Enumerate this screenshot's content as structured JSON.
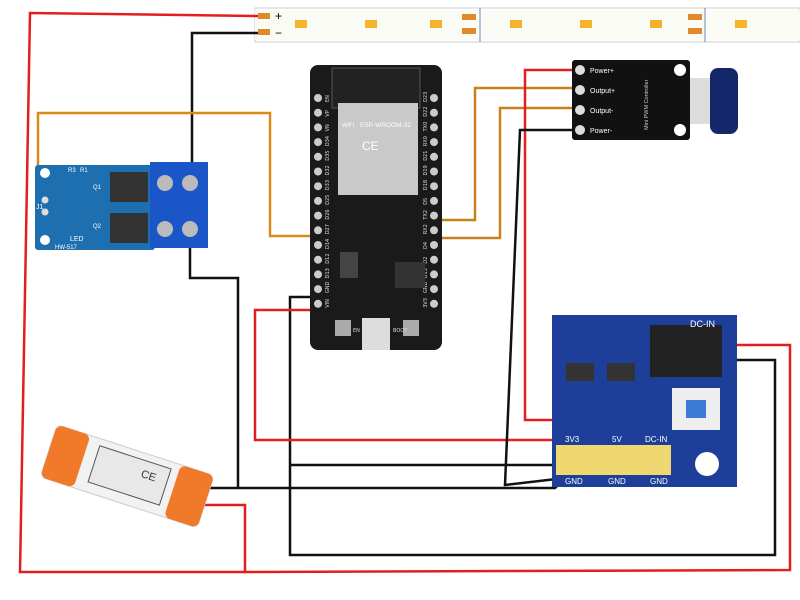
{
  "led_strip": {
    "plus": "+",
    "minus": "−"
  },
  "mosfet_module": {
    "labels": [
      "R3",
      "R1",
      "Q1",
      "Q2",
      "J1",
      "LED",
      "HW-517"
    ]
  },
  "esp32": {
    "module_name": "ESP-WROOM-32",
    "module_logo": "WiFi",
    "left_pins": [
      "EN",
      "VP",
      "VN",
      "D34",
      "D35",
      "D32",
      "D33",
      "D25",
      "D26",
      "D27",
      "D14",
      "D12",
      "D13",
      "GND",
      "VIN"
    ],
    "right_pins": [
      "D23",
      "D22",
      "TX0",
      "RX0",
      "D21",
      "D19",
      "D18",
      "D5",
      "TX2",
      "RX2",
      "D4",
      "D2",
      "D15",
      "GND",
      "3V3"
    ],
    "buttons": [
      "EN",
      "BOOT"
    ]
  },
  "pwm_controller": {
    "pins": [
      "Power+",
      "Output+",
      "Output-",
      "Power-"
    ],
    "title": "Mini PWM Controller"
  },
  "power_module": {
    "dc_in_top": "DC-IN",
    "rail_labels": [
      "3V3",
      "5V",
      "DC-IN"
    ],
    "gnd_labels": [
      "GND",
      "GND",
      "GND"
    ]
  },
  "wire_colors": {
    "red": "#e41e1e",
    "black": "#111111",
    "orange": "#d98a1a"
  }
}
